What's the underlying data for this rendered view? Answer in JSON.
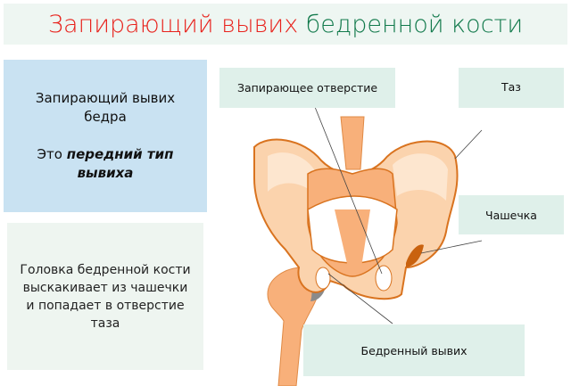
{
  "title": {
    "part1": "Запирающий вывих",
    "part2": "бедренной кости"
  },
  "info_box": {
    "line1": "Запирающий вывих",
    "line2": "бедра",
    "line3_prefix": "Это ",
    "line3_emph": "передний тип",
    "line4_emph": "вывиха"
  },
  "description": "Головка бедренной кости выскакивает из чашечки и попадает в отверстие таза",
  "labels": {
    "obturator_foramen": "Запирающее отверстие",
    "pelvis": "Таз",
    "acetabulum": "Чашечка",
    "hip_dislocation": "Бедренный вывих"
  },
  "colors": {
    "title_red": "#e8221c",
    "title_green": "#127a4c",
    "bone": "#f8c89c",
    "bone_outline": "#d9731f"
  }
}
